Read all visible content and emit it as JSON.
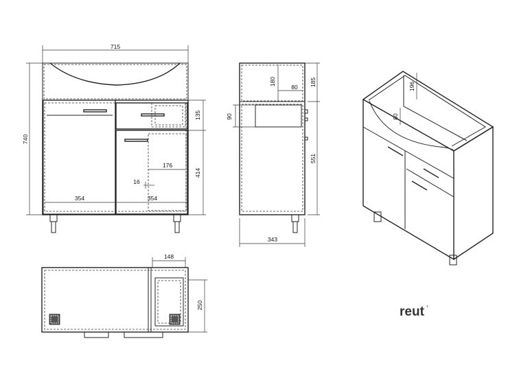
{
  "front_view": {
    "width_label": "715",
    "height_label": "740",
    "drawer_height_label": "135",
    "door_height_label": "414",
    "left_door_width_label": "354",
    "right_door_width_label": "354",
    "drawer_inner_label": "176",
    "gap_label": "16"
  },
  "side_view": {
    "top_label": "185",
    "bowl_depth_label": "180",
    "bowl_offset_label": "80",
    "drawer_label": "90",
    "lower_label": "551",
    "depth_label": "343"
  },
  "top_view": {
    "width_label": "148",
    "height_label": "250"
  },
  "perspective_view": {
    "back_height_label": "196",
    "bowl_label": "80"
  },
  "brand": {
    "logo": "reut",
    "mark": "®"
  }
}
